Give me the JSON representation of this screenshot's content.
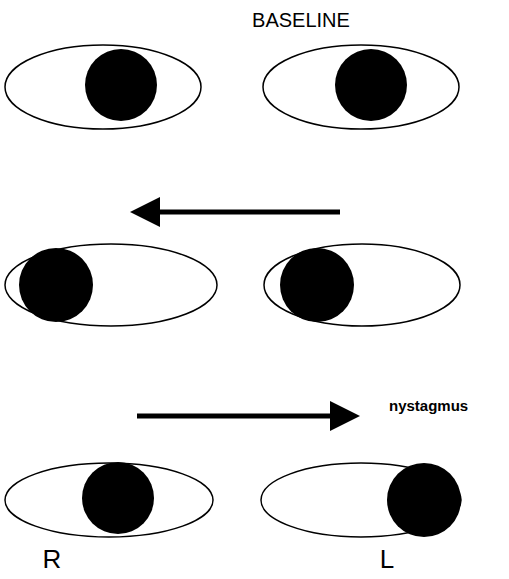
{
  "diagram": {
    "title": "BASELINE",
    "labels": [
      "nystagmus",
      "R",
      "L"
    ]
  }
}
